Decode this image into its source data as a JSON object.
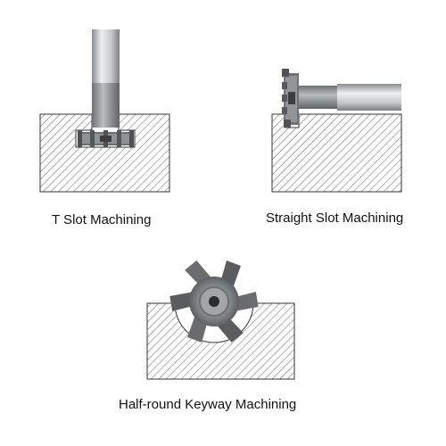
{
  "diagrams": [
    {
      "label": "T Slot Machining",
      "tool_icon": "t-slot-cutter-icon"
    },
    {
      "label": "Straight Slot Machining",
      "tool_icon": "side-milling-cutter-icon"
    },
    {
      "label": "Half-round Keyway Machining",
      "tool_icon": "keyway-cutter-icon"
    }
  ],
  "colors": {
    "hatch": "#555555",
    "outline": "#333333",
    "shank_light": "#d8dadc",
    "shank_dark": "#8a8d90",
    "cutter_dark": "#5a5c5e",
    "cutter_mid": "#8f9294"
  }
}
